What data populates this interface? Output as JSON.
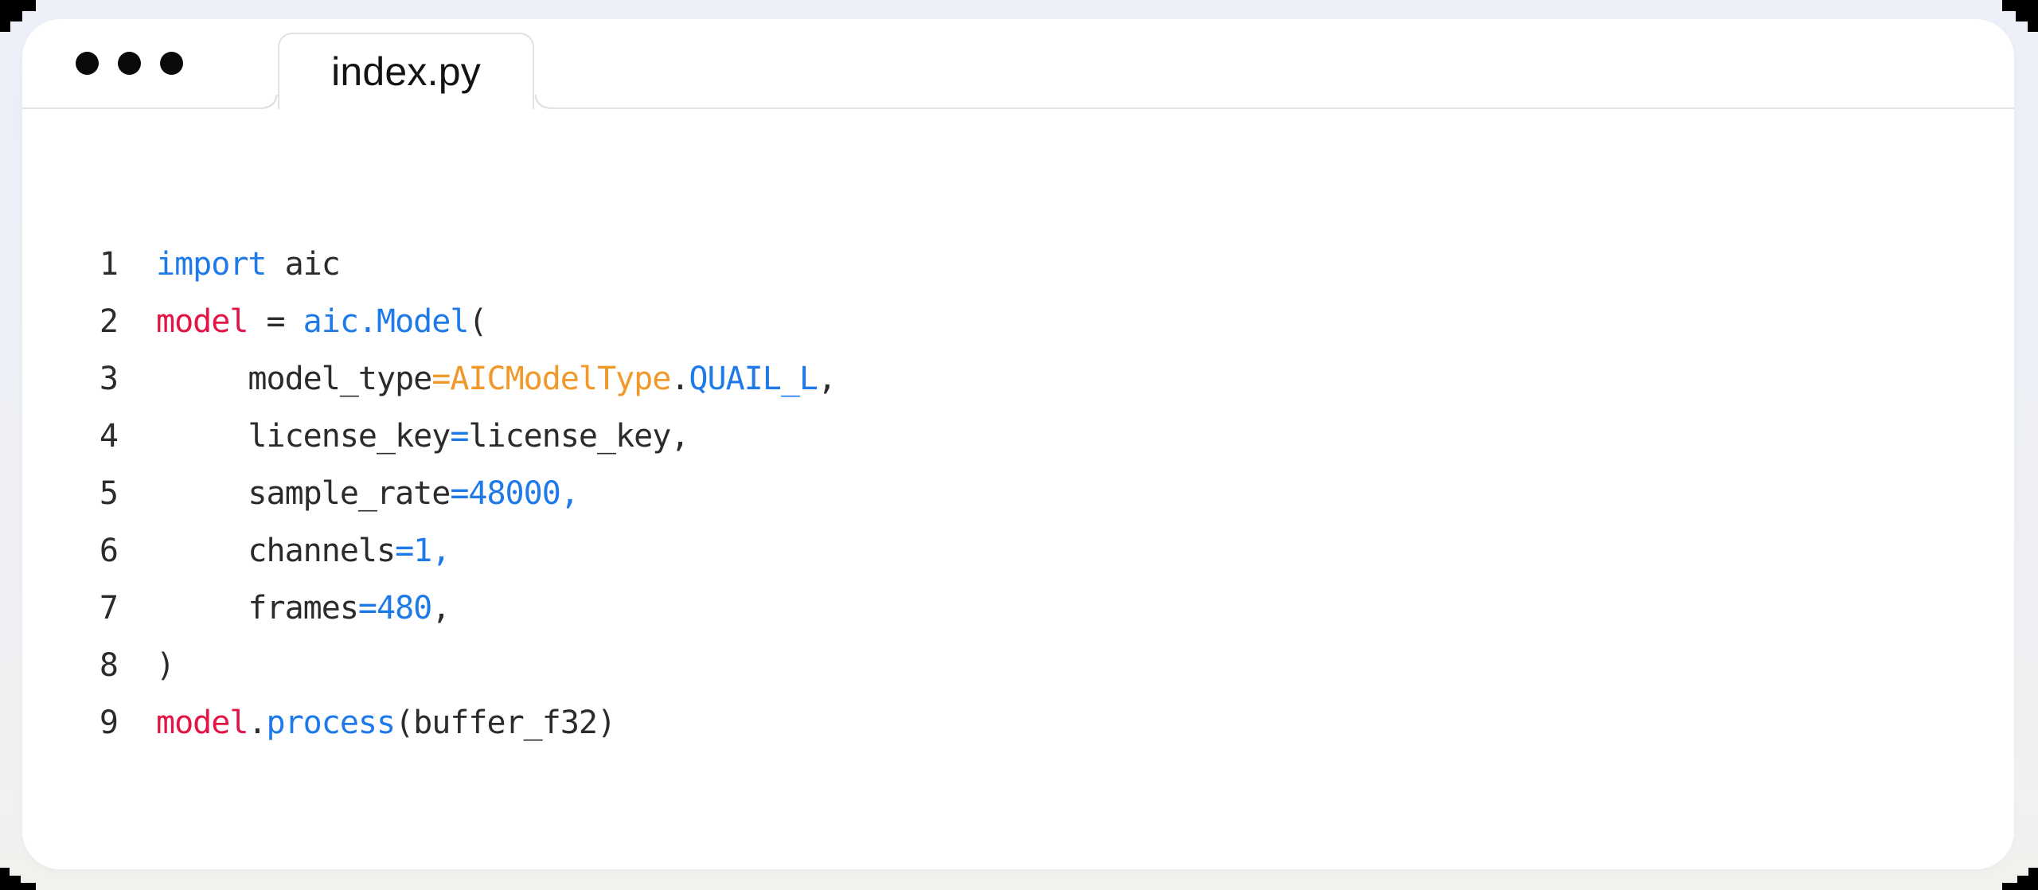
{
  "window": {
    "controls": {
      "dots": [
        "window-dot",
        "window-dot",
        "window-dot"
      ]
    },
    "tabs": [
      {
        "label": "index.py",
        "active": true
      }
    ]
  },
  "editor": {
    "language": "python",
    "lines": [
      {
        "n": "1",
        "tokens": [
          [
            "blue",
            "import"
          ],
          [
            "plain",
            " aic"
          ]
        ]
      },
      {
        "n": "2",
        "tokens": [
          [
            "red",
            "model"
          ],
          [
            "plain",
            " = "
          ],
          [
            "blue",
            "aic.Model"
          ],
          [
            "plain",
            "("
          ]
        ]
      },
      {
        "n": "3",
        "tokens": [
          [
            "plain",
            "     model_type"
          ],
          [
            "orange",
            "=AICModelType"
          ],
          [
            "plain",
            "."
          ],
          [
            "blue",
            "QUAIL_L"
          ],
          [
            "plain",
            ","
          ]
        ]
      },
      {
        "n": "4",
        "tokens": [
          [
            "plain",
            "     license_key"
          ],
          [
            "blue",
            "="
          ],
          [
            "plain",
            "license_key,"
          ]
        ]
      },
      {
        "n": "5",
        "tokens": [
          [
            "plain",
            "     sample_rate"
          ],
          [
            "blue",
            "=48000,"
          ]
        ]
      },
      {
        "n": "6",
        "tokens": [
          [
            "plain",
            "     channels"
          ],
          [
            "blue",
            "=1,"
          ]
        ]
      },
      {
        "n": "7",
        "tokens": [
          [
            "plain",
            "     frames"
          ],
          [
            "blue",
            "=480"
          ],
          [
            "plain",
            ","
          ]
        ]
      },
      {
        "n": "8",
        "tokens": [
          [
            "plain",
            ")"
          ]
        ]
      },
      {
        "n": "9",
        "tokens": [
          [
            "red",
            "model"
          ],
          [
            "plain",
            "."
          ],
          [
            "blue",
            "process"
          ],
          [
            "plain",
            "(buffer_f32)"
          ]
        ]
      }
    ]
  },
  "colors": {
    "blue": "#1e7ae8",
    "red": "#e21545",
    "orange": "#f0982a",
    "code_text": "#2b2b2b",
    "tab_text": "#131313",
    "border": "#e2e2e2",
    "window_bg": "#ffffff",
    "page_bg_top": "#edeff9",
    "page_bg_bottom": "#f1f1ee",
    "dot": "#0a0a0a"
  }
}
